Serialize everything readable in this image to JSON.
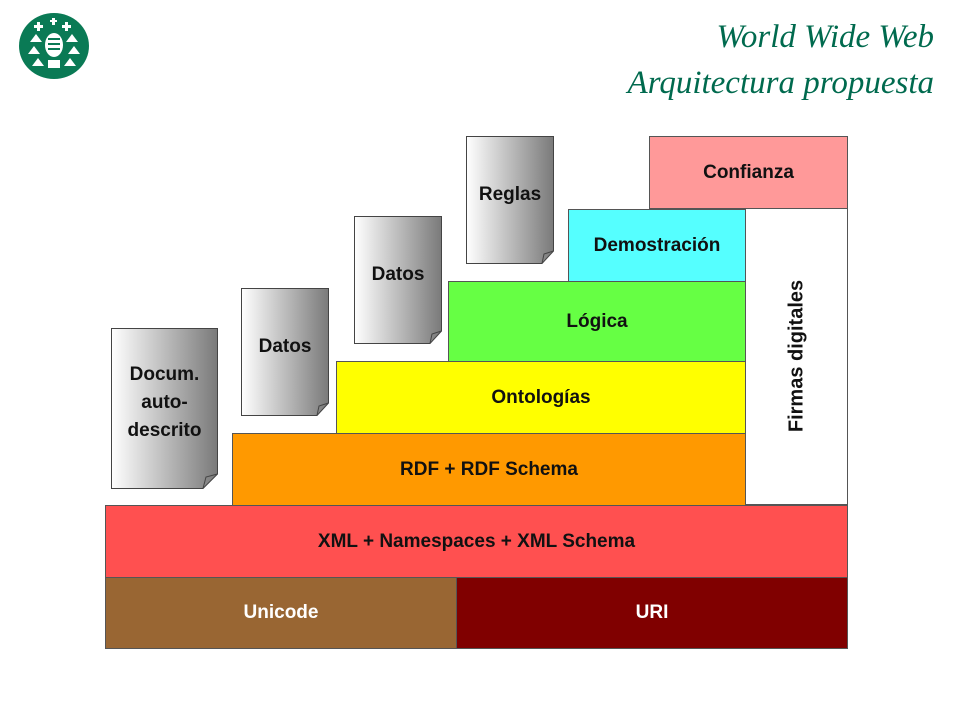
{
  "header": {
    "title_line1": "World Wide Web",
    "title_line2": "Arquitectura  propuesta",
    "logo_icon": "university-crest-icon"
  },
  "layers": {
    "unicode": "Unicode",
    "uri": "URI",
    "xml": "XML + Namespaces + XML Schema",
    "rdf": "RDF + RDF Schema",
    "ontologias": "Ontologías",
    "logica": "Lógica",
    "demostracion": "Demostración",
    "confianza": "Confianza",
    "firmas": "Firmas digitales"
  },
  "documents": {
    "docum_line1": "Docum.",
    "docum_line2": "auto-",
    "docum_line3": "descrito",
    "datos1": "Datos",
    "datos2": "Datos",
    "reglas": "Reglas"
  },
  "colors": {
    "accent": "#006a4e",
    "unicode": "#996633",
    "uri": "#800000",
    "xml": "#ff5050",
    "rdf": "#ff9900",
    "ontologias": "#ffff00",
    "logica": "#66ff44",
    "demostracion": "#55ffff",
    "confianza": "#ff9999"
  }
}
